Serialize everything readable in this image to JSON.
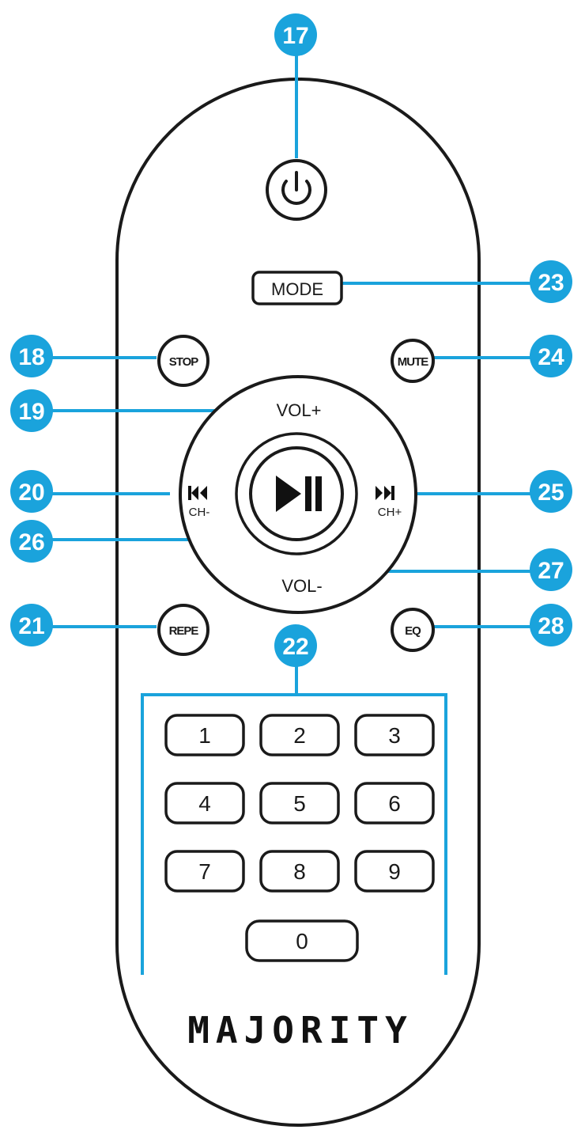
{
  "remote": {
    "brand": "MAJORITY",
    "buttons": {
      "mode": "MODE",
      "stop": "STOP",
      "mute": "MUTE",
      "vol_up": "VOL+",
      "vol_down": "VOL-",
      "ch_down": "CH-",
      "ch_up": "CH+",
      "repeat": "REPE",
      "eq": "EQ"
    },
    "number_keys": [
      "1",
      "2",
      "3",
      "4",
      "5",
      "6",
      "7",
      "8",
      "9",
      "0"
    ]
  },
  "callouts": [
    "17",
    "18",
    "19",
    "20",
    "21",
    "22",
    "23",
    "24",
    "25",
    "26",
    "27",
    "28"
  ],
  "colors": {
    "callout": "#1aa3dc",
    "outline": "#1a1a1a",
    "background": "#ffffff"
  },
  "icons": {
    "power": "power-icon",
    "play_pause": "play-pause-icon",
    "previous": "skip-previous-icon",
    "next": "skip-next-icon"
  }
}
